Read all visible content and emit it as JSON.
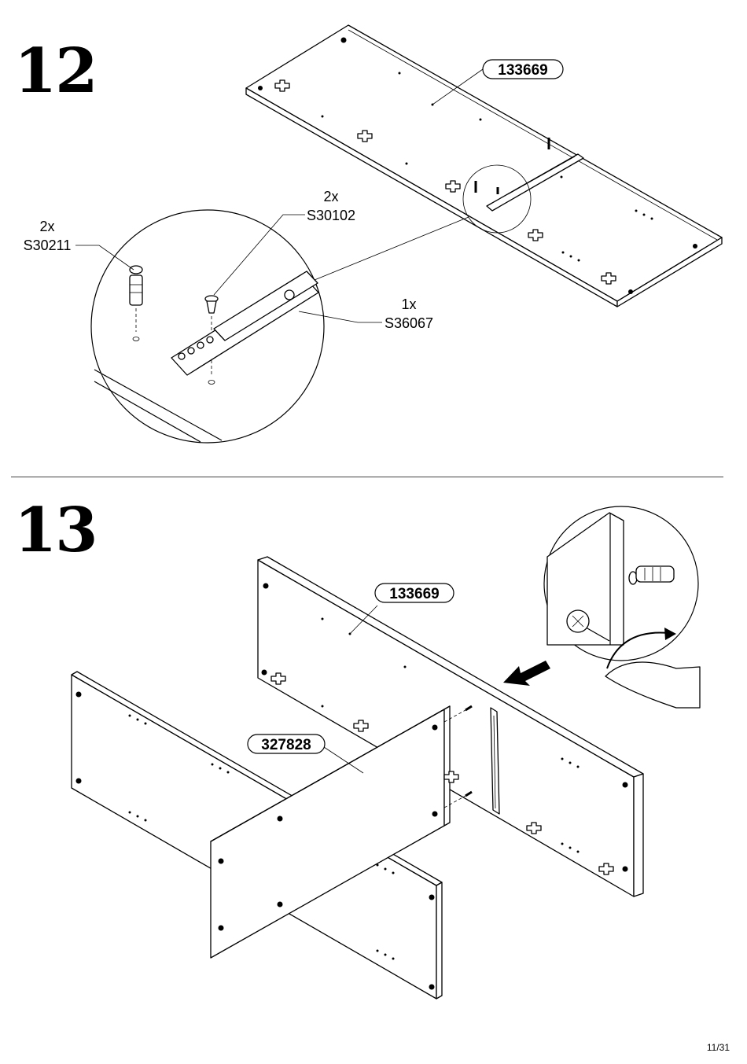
{
  "steps": [
    {
      "number": "12",
      "board_label": "133669",
      "parts": [
        {
          "quantity": "2x",
          "code": "S30211"
        },
        {
          "quantity": "2x",
          "code": "S30102"
        },
        {
          "quantity": "1x",
          "code": "S36067"
        }
      ]
    },
    {
      "number": "13",
      "board_label": "133669",
      "panel_label": "327828"
    }
  ],
  "page_number": "11/31"
}
